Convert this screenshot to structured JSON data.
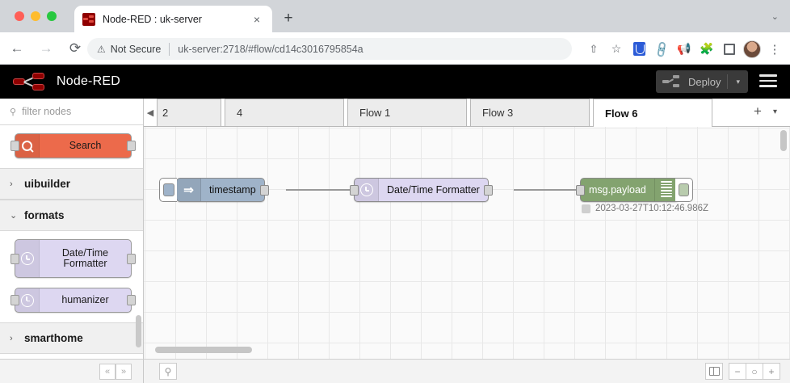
{
  "browser": {
    "tab": {
      "title": "Node-RED : uk-server",
      "favicon": "node-red-favicon",
      "close": "×"
    },
    "new_tab": "+",
    "window_chevron": "⌄",
    "nav": {
      "back": "←",
      "forward": "→",
      "reload": "⟳"
    },
    "omnibox": {
      "warning_icon": "⚠",
      "security_label": "Not Secure",
      "url": "uk-server:2718/#flow/cd14c3016795854a"
    },
    "toolbar_icons": [
      {
        "name": "share-icon",
        "glyph": "⇧"
      },
      {
        "name": "bookmark-star-icon",
        "glyph": "☆"
      },
      {
        "name": "shield-extension-icon",
        "glyph": ""
      },
      {
        "name": "link-extension-icon",
        "glyph": "🔗"
      },
      {
        "name": "megaphone-extension-icon",
        "glyph": "📣"
      },
      {
        "name": "puzzle-extensions-icon",
        "glyph": "🧩"
      },
      {
        "name": "square-extension-icon",
        "glyph": ""
      },
      {
        "name": "profile-avatar",
        "glyph": ""
      },
      {
        "name": "chrome-menu-icon",
        "glyph": "⋮"
      }
    ]
  },
  "nodered": {
    "brand": "Node-RED",
    "deploy": {
      "label": "Deploy",
      "caret": "▾"
    },
    "menu_icon": "hamburger-menu"
  },
  "palette": {
    "filter": {
      "placeholder": "filter nodes",
      "icon": "search-icon"
    },
    "search_node": {
      "label": "Search"
    },
    "categories": [
      {
        "name": "uibuilder",
        "label": "uibuilder",
        "expanded": false,
        "chevron": "›"
      },
      {
        "name": "formats",
        "label": "formats",
        "expanded": true,
        "chevron": "⌄"
      },
      {
        "name": "smarthome",
        "label": "smarthome",
        "expanded": false,
        "chevron": "›"
      }
    ],
    "formats_nodes": [
      {
        "label": "Date/Time Formatter",
        "icon": "clock-icon"
      },
      {
        "label": "humanizer",
        "icon": "clock-icon"
      }
    ],
    "footer": {
      "collapse_all": "«",
      "expand_all": "»"
    }
  },
  "tabs": {
    "scroll_left": "◀",
    "items": [
      {
        "label": "2",
        "active": false,
        "partial": true
      },
      {
        "label": "4",
        "active": false,
        "partial": false
      },
      {
        "label": "Flow 1",
        "active": false,
        "partial": false
      },
      {
        "label": "Flow 3",
        "active": false,
        "partial": false
      },
      {
        "label": "Flow 6",
        "active": true,
        "partial": false
      }
    ],
    "add": "+",
    "menu_caret": "▾"
  },
  "canvas": {
    "nodes": [
      {
        "id": "inject",
        "label": "timestamp",
        "icon": "inject-arrow-icon",
        "color": "#9fb3c9"
      },
      {
        "id": "formatter",
        "label": "Date/Time Formatter",
        "icon": "clock-icon",
        "color": "#ddd7f1"
      },
      {
        "id": "debug",
        "label": "msg.payload",
        "icon": "debug-lines-icon",
        "color": "#83a36f"
      }
    ],
    "debug_status": "2023-03-27T10:12:46.986Z"
  },
  "statusbar": {
    "search_icon": "search-icon",
    "navigator_icon": "map-icon",
    "zoom_out": "−",
    "zoom_reset": "○",
    "zoom_in": "+"
  }
}
